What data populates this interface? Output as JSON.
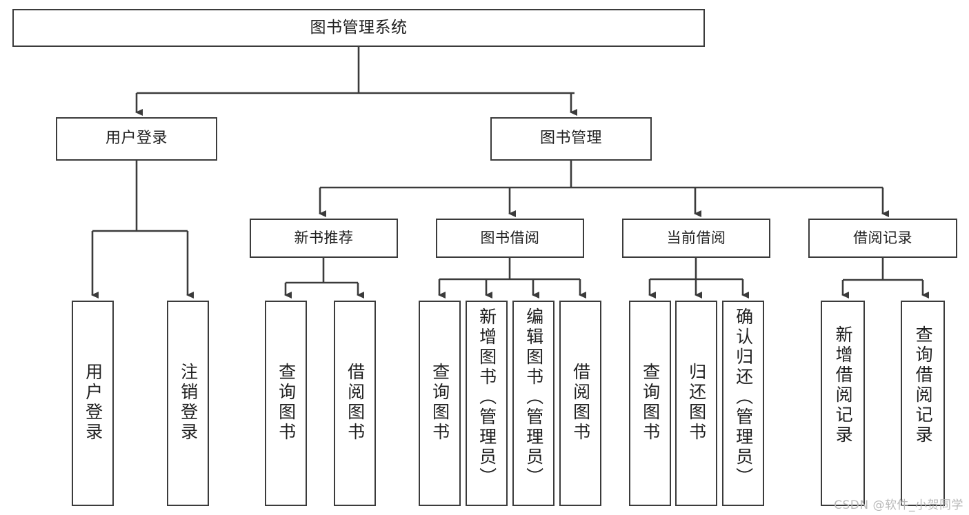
{
  "diagram": {
    "title": "图书管理系统",
    "type": "tree-hierarchy",
    "root": {
      "id": "root",
      "label": "图书管理系统"
    },
    "level2": [
      {
        "id": "login",
        "label": "用户登录"
      },
      {
        "id": "bookmgmt",
        "label": "图书管理"
      }
    ],
    "level3": [
      {
        "id": "newbook",
        "label": "新书推荐"
      },
      {
        "id": "borrow",
        "label": "图书借阅"
      },
      {
        "id": "current",
        "label": "当前借阅"
      },
      {
        "id": "record",
        "label": "借阅记录"
      }
    ],
    "leaves": {
      "login": [
        {
          "id": "login-user",
          "label": "用户登录"
        },
        {
          "id": "login-logout",
          "label": "注销登录"
        }
      ],
      "newbook": [
        {
          "id": "newbook-query",
          "label": "查询图书"
        },
        {
          "id": "newbook-borrow",
          "label": "借阅图书"
        }
      ],
      "borrow": [
        {
          "id": "borrow-query",
          "label": "查询图书"
        },
        {
          "id": "borrow-add",
          "label": "新增图书（管理员）"
        },
        {
          "id": "borrow-edit",
          "label": "编辑图书（管理员）"
        },
        {
          "id": "borrow-lend",
          "label": "借阅图书"
        }
      ],
      "current": [
        {
          "id": "current-query",
          "label": "查询图书"
        },
        {
          "id": "current-return",
          "label": "归还图书"
        },
        {
          "id": "current-confirm",
          "label": "确认归还（管理员）"
        }
      ],
      "record": [
        {
          "id": "record-add",
          "label": "新增借阅记录"
        },
        {
          "id": "record-query",
          "label": "查询借阅记录"
        }
      ]
    }
  },
  "watermark": {
    "text": "CSDN @软件_小贺同学"
  },
  "colors": {
    "border": "#3b3b3b",
    "text": "#1f1f1f",
    "background": "#ffffff",
    "watermark": "#b8b8b8"
  }
}
